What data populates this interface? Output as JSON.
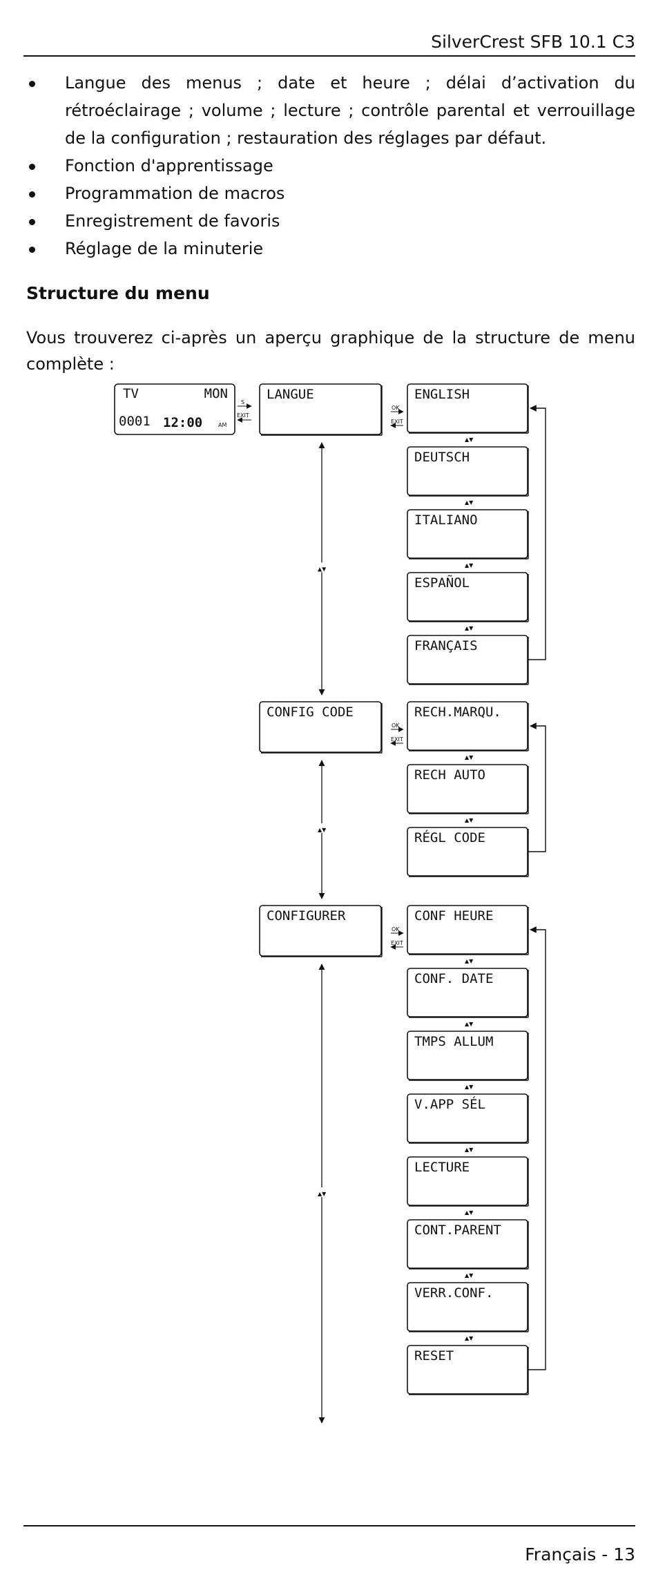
{
  "header": {
    "title": "SilverCrest SFB 10.1 C3"
  },
  "bullets": [
    "Langue des menus ; date et heure ; délai d’activation du rétroéclairage ; volume ; lecture ; contrôle parental et verrouillage de la configuration ; restauration des réglages par défaut.",
    "Fonction d'apprentissage",
    "Programmation de macros",
    "Enregistrement de favoris",
    "Réglage de la minuterie"
  ],
  "section_title": "Structure du menu",
  "intro": "Vous trouverez ci-après un aperçu graphique de la structure de menu complète :",
  "diagram": {
    "start_display": {
      "top_left": "TV",
      "top_right": "MON",
      "code": "0001",
      "time": "12:00",
      "ampm": "AM"
    },
    "connector_labels": {
      "s": "S",
      "ok": "OK",
      "exit": "EXIT",
      "updown": "▲▼"
    },
    "groups": [
      {
        "label": "LANGUE",
        "items": [
          "ENGLISH",
          "DEUTSCH",
          "ITALIANO",
          "ESPAÑOL",
          "FRANÇAIS"
        ]
      },
      {
        "label": "CONFIG CODE",
        "items": [
          "RECH.MARQU.",
          "RECH AUTO",
          "RÉGL CODE"
        ]
      },
      {
        "label": "CONFIGURER",
        "items": [
          "CONF HEURE",
          "CONF. DATE",
          "TMPS ALLUM",
          "V.APP SÉL",
          "LECTURE",
          "CONT.PARENT",
          "VERR.CONF.",
          "RESET"
        ]
      }
    ]
  },
  "footer": {
    "page": "Français - 13"
  }
}
